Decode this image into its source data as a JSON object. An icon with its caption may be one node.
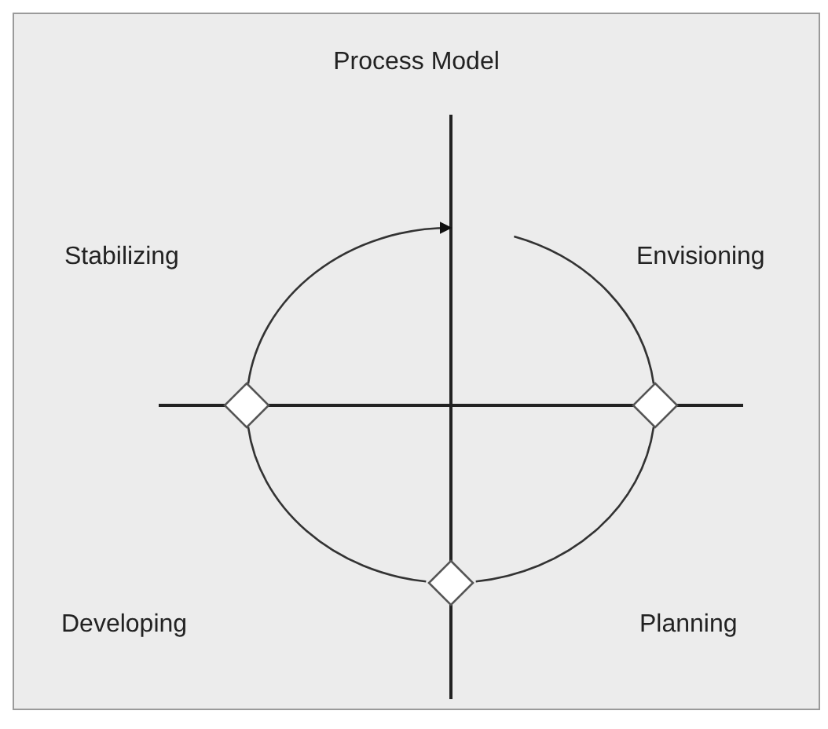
{
  "diagram": {
    "title": "Process Model",
    "nodes": [
      {
        "text": [],
        "shape": "diamond"
      },
      {
        "text": [],
        "shape": "diamond"
      },
      {
        "text": [],
        "shape": "diamond"
      }
    ],
    "edges": [
      {
        "from": null,
        "to": 0,
        "arrow": "none"
      },
      {
        "from": 0,
        "to": 1,
        "arrow": "none"
      },
      {
        "from": 1,
        "to": 2,
        "arrow": "none"
      },
      {
        "from": 2,
        "to": null,
        "arrow": "to"
      }
    ],
    "labels": [
      "Stabilizing",
      "Envisioning",
      "Developing",
      "Planning"
    ]
  }
}
